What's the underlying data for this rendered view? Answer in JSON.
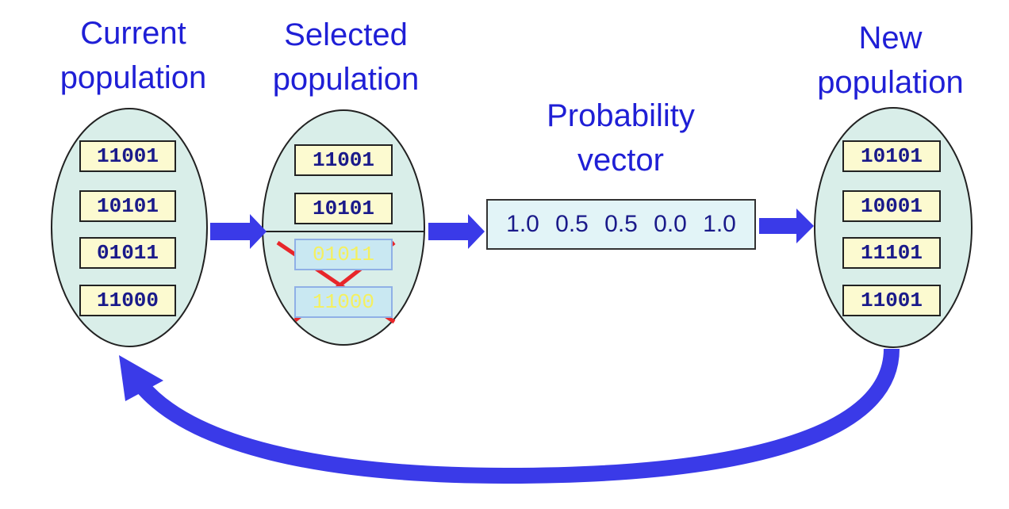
{
  "titles": {
    "current": "Current\npopulation",
    "selected": "Selected\npopulation",
    "probability": "Probability\nvector",
    "new": "New\npopulation"
  },
  "current_population": [
    "11001",
    "10101",
    "01011",
    "11000"
  ],
  "selected_population": {
    "kept": [
      "11001",
      "10101"
    ],
    "discarded": [
      "01011",
      "11000"
    ]
  },
  "probability_vector": [
    "1.0",
    "0.5",
    "0.5",
    "0.0",
    "1.0"
  ],
  "new_population": [
    "10101",
    "10001",
    "11101",
    "11001"
  ],
  "colors": {
    "title_text": "#1f1fd6",
    "arrow": "#3a3ae8",
    "ellipse_fill": "#d9eee9",
    "chip_fill": "#fcfad0",
    "vector_fill": "#e2f4f7",
    "cross": "#e8262a"
  }
}
